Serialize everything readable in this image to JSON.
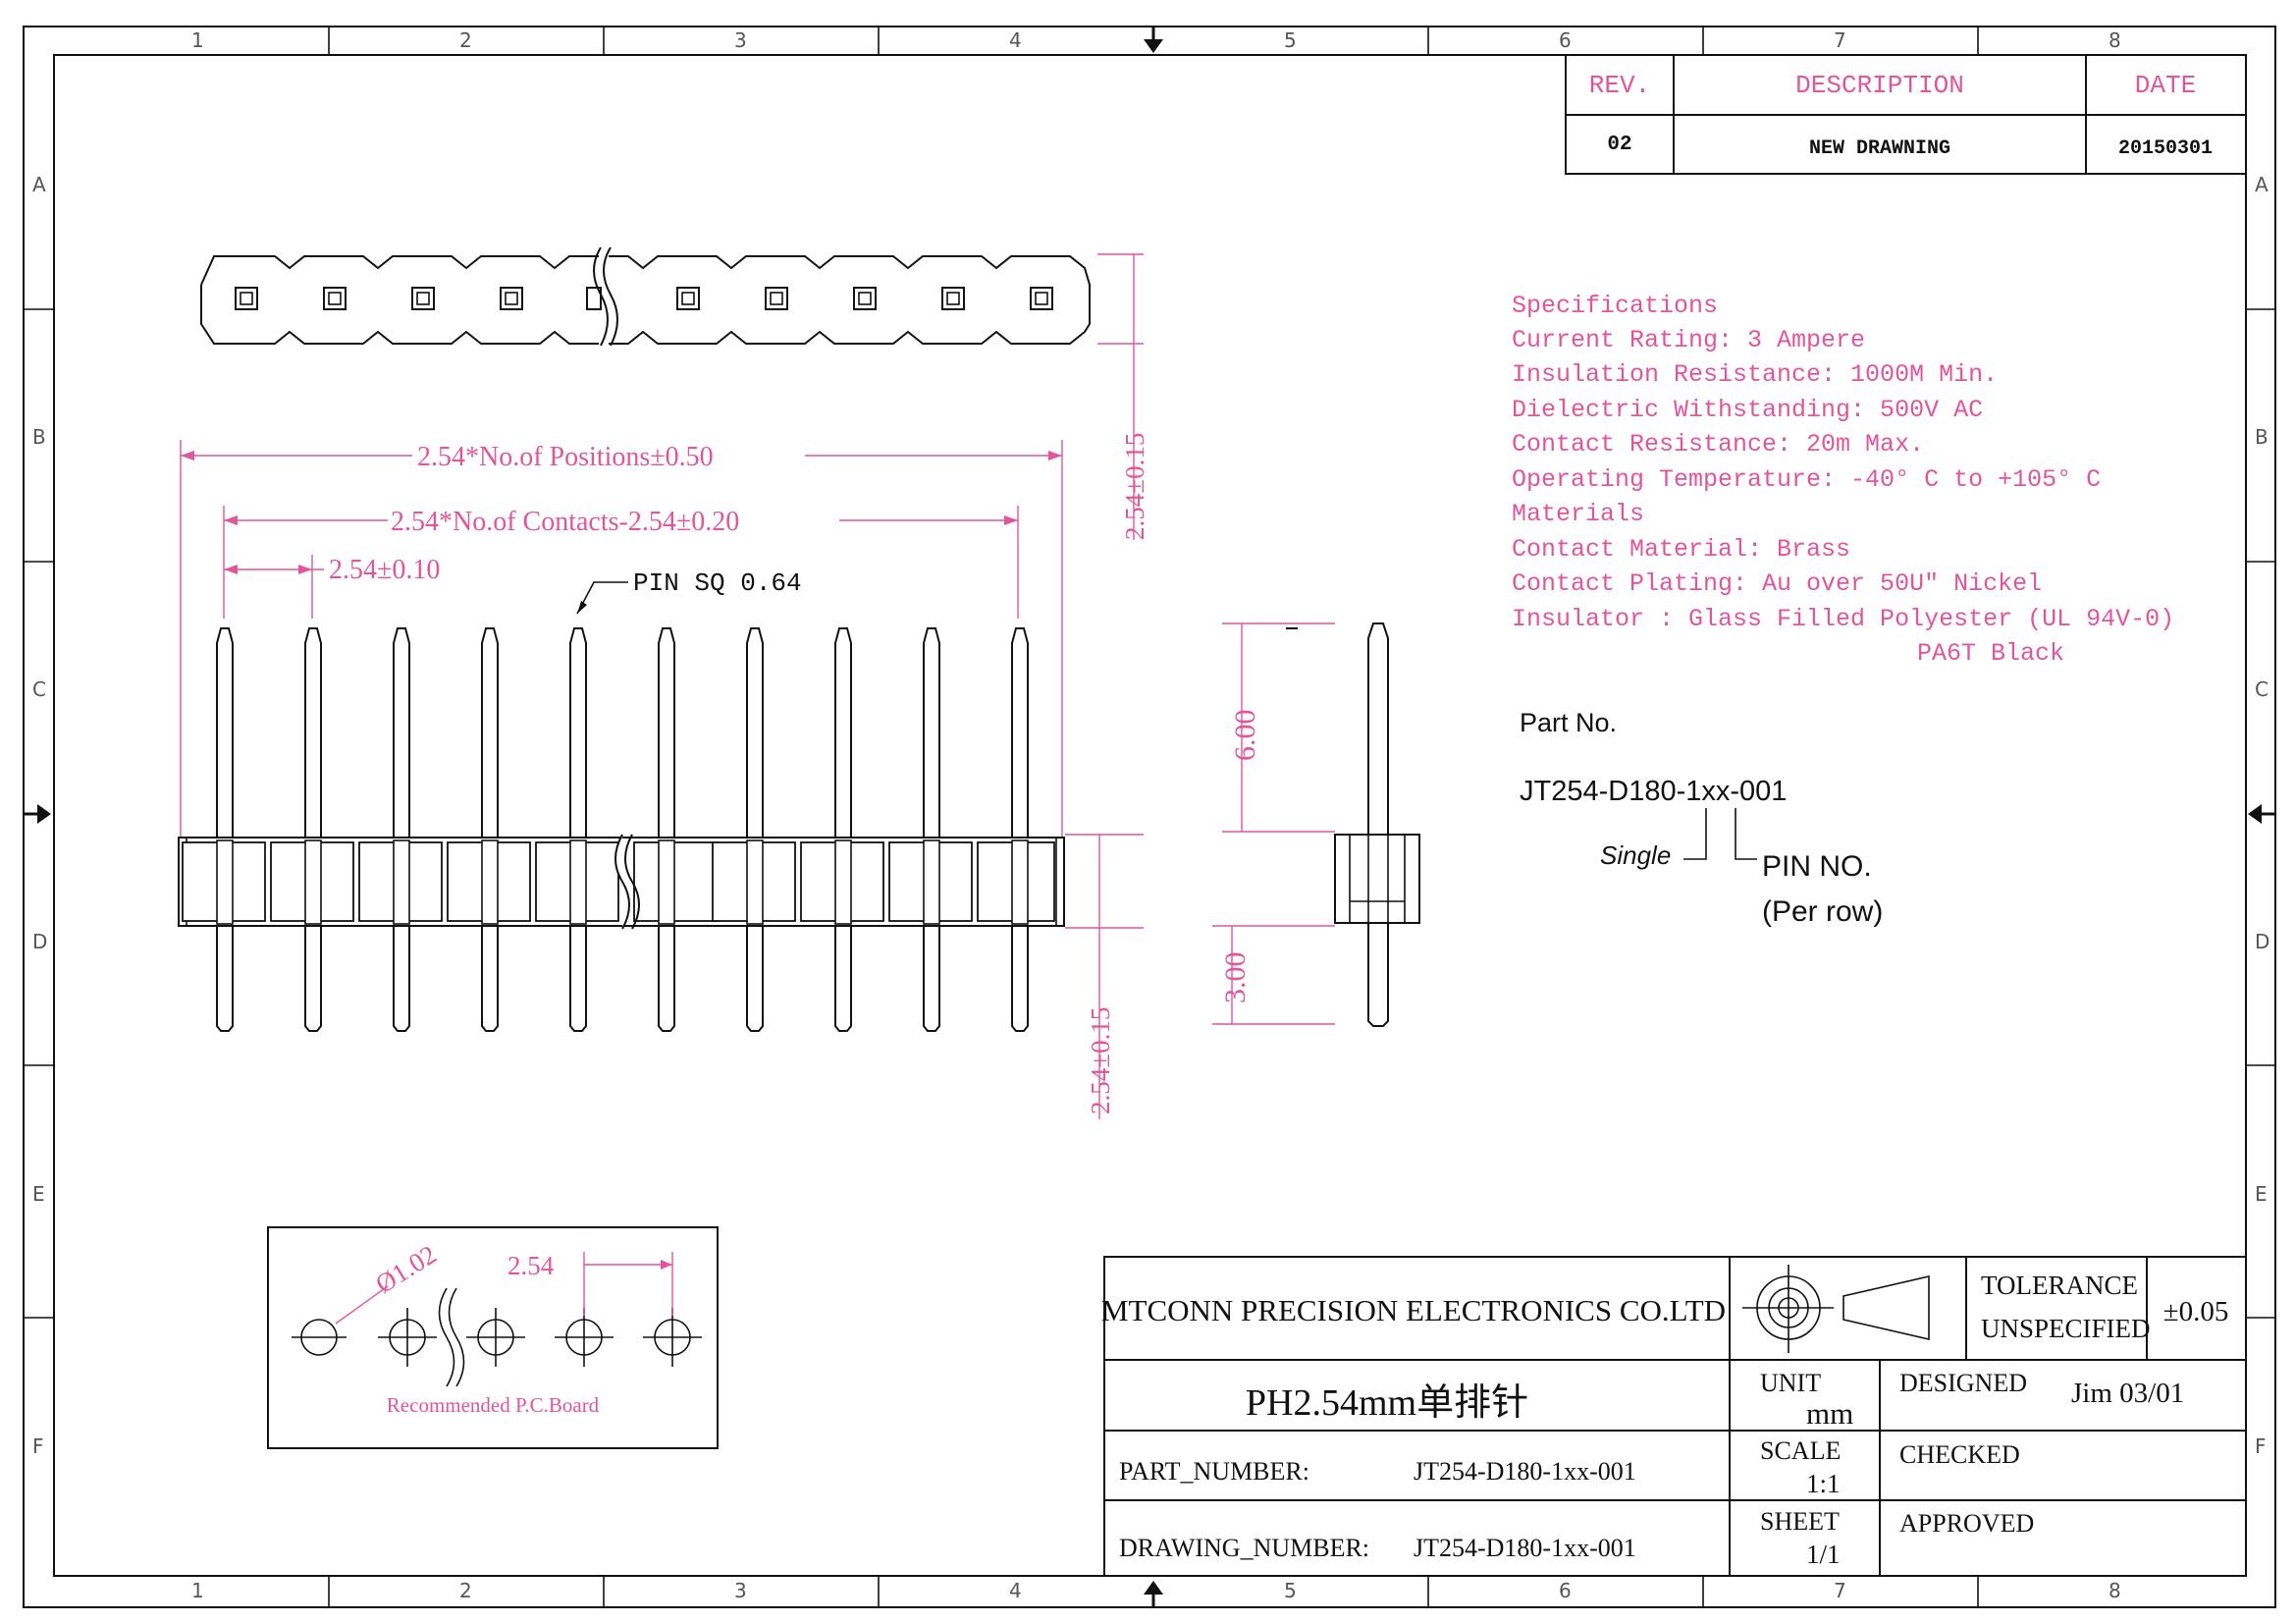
{
  "frame": {
    "col_labels": [
      "1",
      "2",
      "3",
      "4",
      "5",
      "6",
      "7",
      "8"
    ],
    "row_labels": [
      "A",
      "B",
      "C",
      "D",
      "E",
      "F"
    ]
  },
  "revision": {
    "headers": {
      "rev": "REV.",
      "desc": "DESCRIPTION",
      "date": "DATE"
    },
    "row": {
      "rev": "02",
      "desc": "NEW DRAWNING",
      "date": "20150301"
    }
  },
  "dimensions": {
    "overall": "2.54*No.of Positions±0.50",
    "contacts": "2.54*No.of Contacts-2.54±0.20",
    "pitch": "2.54±0.10",
    "pin_sq": "PIN SQ 0.64",
    "top_height": "2.54±0.15",
    "bottom_height": "2.54±0.15",
    "upper_pin": "6.00",
    "lower_pin": "3.00",
    "hole_dia": "Ø1.02",
    "pcb_pitch": "2.54",
    "pcb_caption": "Recommended P.C.Board"
  },
  "specifications": [
    "Specifications",
    "Current Rating: 3 Ampere",
    "Insulation Resistance: 1000M   Min.",
    "Dielectric Withstanding: 500V AC",
    "Contact Resistance: 20m   Max.",
    "Operating Temperature: -40° C to +105° C",
    "Materials",
    "Contact Material: Brass",
    "Contact Plating: Au  over 50U\" Nickel",
    "Insulator : Glass Filled Polyester (UL 94V-0)",
    "PA6T  Black"
  ],
  "part_no": {
    "heading": "Part No.",
    "code": "JT254-D180-1xx-001",
    "single_label": "Single",
    "pin_label": "PIN NO.",
    "per_row_label": "(Per row)"
  },
  "title_block": {
    "company": "MTCONN PRECISION ELECTRONICS CO.LTD",
    "tolerance_label_1": "TOLERANCE",
    "tolerance_label_2": "UNSPECIFIED",
    "tolerance_value": "±0.05",
    "title": "PH2.54mm单排针",
    "unit_label": "UNIT",
    "unit_value": "mm",
    "designed_label": "DESIGNED",
    "designed_value": "Jim 03/01",
    "part_number_label": "PART_NUMBER:",
    "part_number_value": "JT254-D180-1xx-001",
    "scale_label": "SCALE",
    "scale_value": "1:1",
    "checked_label": "CHECKED",
    "drawing_number_label": "DRAWING_NUMBER:",
    "drawing_number_value": "JT254-D180-1xx-001",
    "sheet_label": "SHEET",
    "sheet_value": "1/1",
    "approved_label": "APPROVED"
  }
}
